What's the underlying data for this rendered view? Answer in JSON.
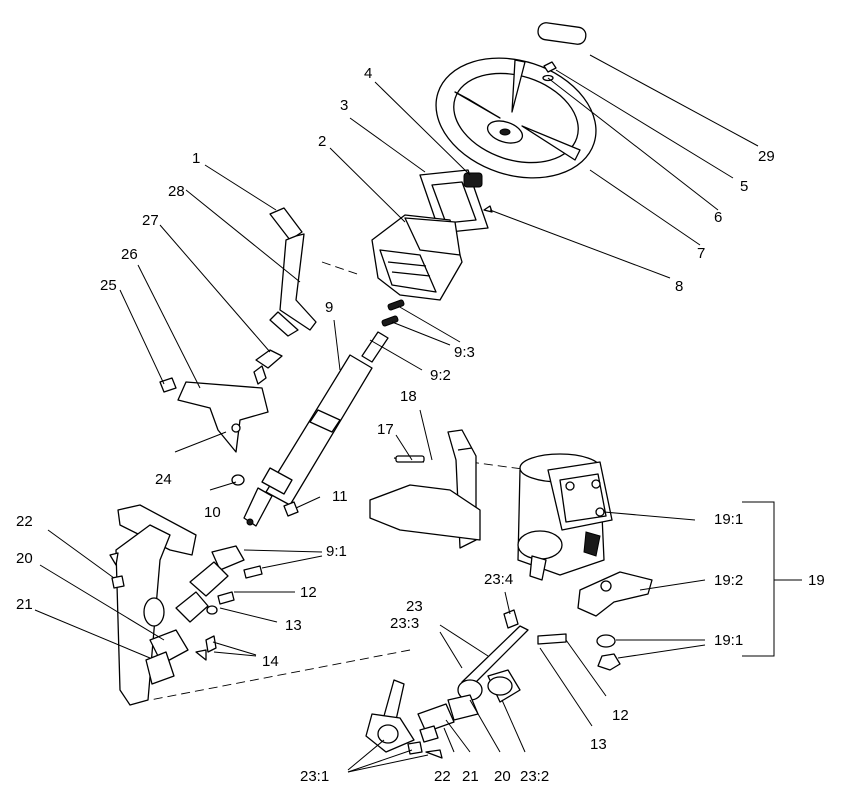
{
  "callouts": {
    "c1": "1",
    "c2": "2",
    "c3": "3",
    "c4": "4",
    "c5": "5",
    "c6": "6",
    "c7": "7",
    "c8": "8",
    "c9": "9",
    "c9_1": "9:1",
    "c9_2": "9:2",
    "c9_3": "9:3",
    "c10": "10",
    "c11": "11",
    "c12a": "12",
    "c12b": "12",
    "c13a": "13",
    "c13b": "13",
    "c14": "14",
    "c17": "17",
    "c18": "18",
    "c19": "19",
    "c19_1a": "19:1",
    "c19_1b": "19:1",
    "c19_2": "19:2",
    "c20a": "20",
    "c20b": "20",
    "c21a": "21",
    "c21b": "21",
    "c22a": "22",
    "c22b": "22",
    "c23": "23",
    "c23_1": "23:1",
    "c23_2": "23:2",
    "c23_3": "23:3",
    "c23_4": "23:4",
    "c24": "24",
    "c25": "25",
    "c26": "26",
    "c27": "27",
    "c28": "28",
    "c29": "29"
  }
}
